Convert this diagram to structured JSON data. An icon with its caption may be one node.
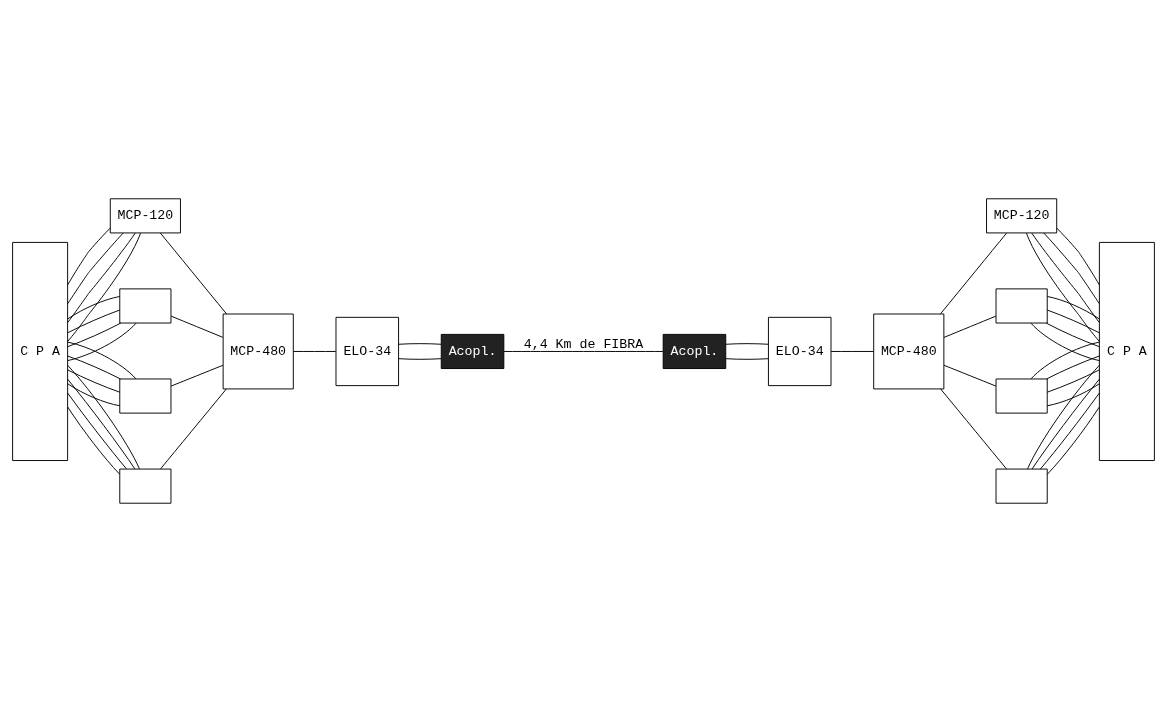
{
  "diagram": {
    "nodes": [
      {
        "text": [
          "C P A"
        ]
      },
      {
        "text": [
          "MCP-120"
        ]
      },
      {
        "text": [],
        "shape": "box"
      },
      {
        "text": [],
        "shape": "box"
      },
      {
        "text": [],
        "shape": "box"
      },
      {
        "text": [
          "MCP-480"
        ]
      },
      {
        "text": [
          "ELO-34"
        ]
      },
      {
        "text": [
          "Acopl."
        ]
      },
      {
        "text": [
          "Acopl."
        ]
      },
      {
        "text": [
          "ELO-34"
        ]
      },
      {
        "text": [
          "MCP-480"
        ]
      },
      {
        "text": [
          "MCP-120"
        ]
      },
      {
        "text": [],
        "shape": "box"
      },
      {
        "text": [],
        "shape": "box"
      },
      {
        "text": [],
        "shape": "box"
      },
      {
        "text": [
          "C P A"
        ]
      }
    ],
    "edges": [
      {
        "from": 0,
        "to": 1,
        "arrow": "none"
      },
      {
        "from": 0,
        "to": 1,
        "arrow": "none"
      },
      {
        "from": 0,
        "to": 1,
        "arrow": "none"
      },
      {
        "from": 0,
        "to": 1,
        "arrow": "none"
      },
      {
        "from": 0,
        "to": 2,
        "arrow": "none"
      },
      {
        "from": 0,
        "to": 2,
        "arrow": "none"
      },
      {
        "from": 0,
        "to": 2,
        "arrow": "none"
      },
      {
        "from": 0,
        "to": 2,
        "arrow": "none"
      },
      {
        "from": 0,
        "to": 3,
        "arrow": "none"
      },
      {
        "from": 0,
        "to": 3,
        "arrow": "none"
      },
      {
        "from": 0,
        "to": 3,
        "arrow": "none"
      },
      {
        "from": 0,
        "to": 3,
        "arrow": "none"
      },
      {
        "from": 0,
        "to": 4,
        "arrow": "none"
      },
      {
        "from": 0,
        "to": 4,
        "arrow": "none"
      },
      {
        "from": 0,
        "to": 4,
        "arrow": "none"
      },
      {
        "from": 0,
        "to": 4,
        "arrow": "none"
      },
      {
        "from": 1,
        "to": 5,
        "arrow": "none"
      },
      {
        "from": 2,
        "to": 5,
        "arrow": "none"
      },
      {
        "from": 3,
        "to": 5,
        "arrow": "none"
      },
      {
        "from": 4,
        "to": 5,
        "arrow": "none"
      },
      {
        "from": 5,
        "to": 6,
        "arrow": "none"
      },
      {
        "from": 6,
        "to": 7,
        "arrow": "none"
      },
      {
        "from": 6,
        "to": 7,
        "arrow": "none"
      },
      {
        "from": 7,
        "to": 8,
        "label": "4,4 Km de FIBRA",
        "arrow": "none"
      },
      {
        "from": 8,
        "to": 9,
        "arrow": "none"
      },
      {
        "from": 8,
        "to": 9,
        "arrow": "none"
      },
      {
        "from": 9,
        "to": 10,
        "arrow": "none"
      },
      {
        "from": 10,
        "to": 11,
        "arrow": "none"
      },
      {
        "from": 10,
        "to": 12,
        "arrow": "none"
      },
      {
        "from": 10,
        "to": 13,
        "arrow": "none"
      },
      {
        "from": 10,
        "to": 14,
        "arrow": "none"
      },
      {
        "from": 11,
        "to": 15,
        "arrow": "none"
      },
      {
        "from": 11,
        "to": 15,
        "arrow": "none"
      },
      {
        "from": 11,
        "to": 15,
        "arrow": "none"
      },
      {
        "from": 11,
        "to": 15,
        "arrow": "none"
      },
      {
        "from": 12,
        "to": 15,
        "arrow": "none"
      },
      {
        "from": 12,
        "to": 15,
        "arrow": "none"
      },
      {
        "from": 12,
        "to": 15,
        "arrow": "none"
      },
      {
        "from": 12,
        "to": 15,
        "arrow": "none"
      },
      {
        "from": 13,
        "to": 15,
        "arrow": "none"
      },
      {
        "from": 13,
        "to": 15,
        "arrow": "none"
      },
      {
        "from": 13,
        "to": 15,
        "arrow": "none"
      },
      {
        "from": 13,
        "to": 15,
        "arrow": "none"
      },
      {
        "from": 14,
        "to": 15,
        "arrow": "none"
      },
      {
        "from": 14,
        "to": 15,
        "arrow": "none"
      },
      {
        "from": 14,
        "to": 15,
        "arrow": "none"
      },
      {
        "from": 14,
        "to": 15,
        "arrow": "none"
      }
    ]
  }
}
